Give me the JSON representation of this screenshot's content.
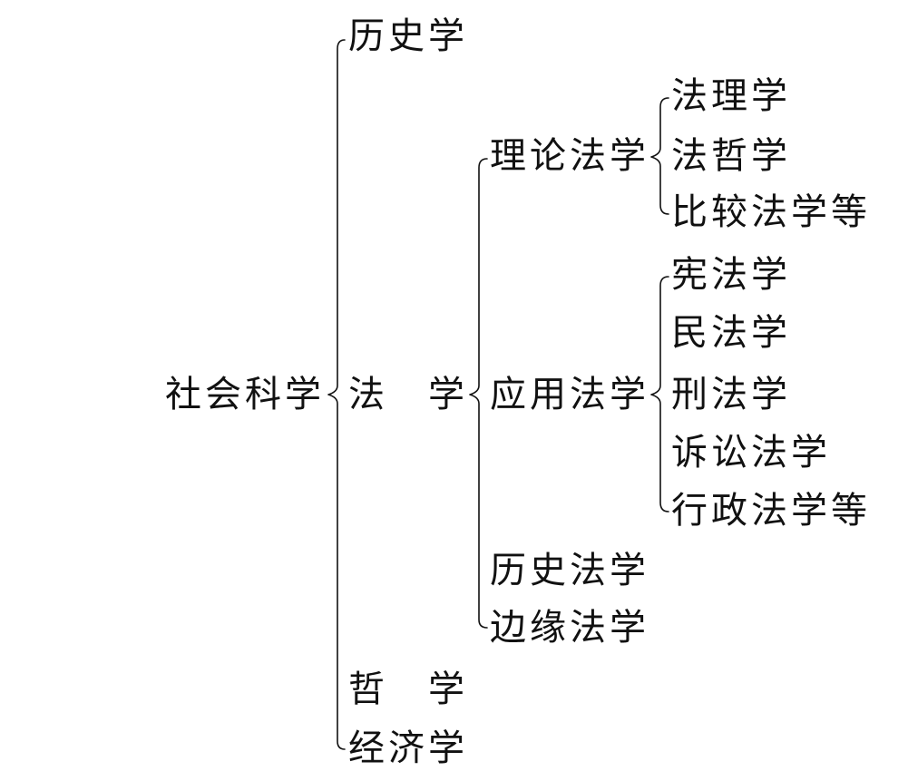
{
  "tree": {
    "root": "社会科学",
    "level1": [
      {
        "key": "lishi",
        "label": "历史学"
      },
      {
        "key": "faxue",
        "label": "法　学"
      },
      {
        "key": "zhexue",
        "label": "哲　学"
      },
      {
        "key": "jingji",
        "label": "经济学"
      }
    ],
    "level2": [
      {
        "key": "lilun",
        "label": "理论法学"
      },
      {
        "key": "yingyong",
        "label": "应用法学"
      },
      {
        "key": "lishifa",
        "label": "历史法学"
      },
      {
        "key": "bianyuan",
        "label": "边缘法学"
      }
    ],
    "lilun_children": [
      {
        "key": "fali",
        "label": "法理学"
      },
      {
        "key": "fazhe",
        "label": "法哲学"
      },
      {
        "key": "bijiao",
        "label": "比较法学等"
      }
    ],
    "yingyong_children": [
      {
        "key": "xianfa",
        "label": "宪法学"
      },
      {
        "key": "minfa",
        "label": "民法学"
      },
      {
        "key": "xingfa",
        "label": "刑法学"
      },
      {
        "key": "susong",
        "label": "诉讼法学"
      },
      {
        "key": "xingzheng",
        "label": "行政法学等"
      }
    ]
  }
}
